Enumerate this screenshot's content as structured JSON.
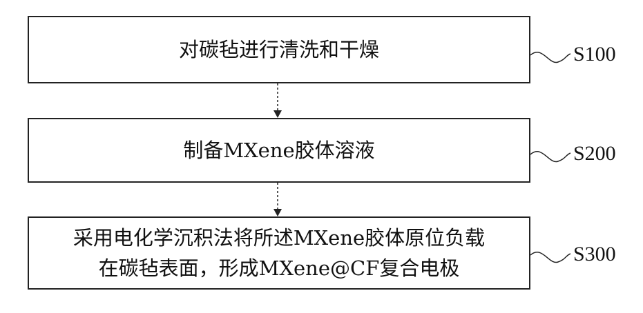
{
  "steps": [
    {
      "text": "对碳毡进行清洗和干燥",
      "label": "S100"
    },
    {
      "text": "制备MXene胶体溶液",
      "label": "S200"
    },
    {
      "text_lines": [
        "采用电化学沉积法将所述MXene胶体原位负载",
        "在碳毡表面，形成MXene@CF复合电极"
      ],
      "label": "S300"
    }
  ]
}
